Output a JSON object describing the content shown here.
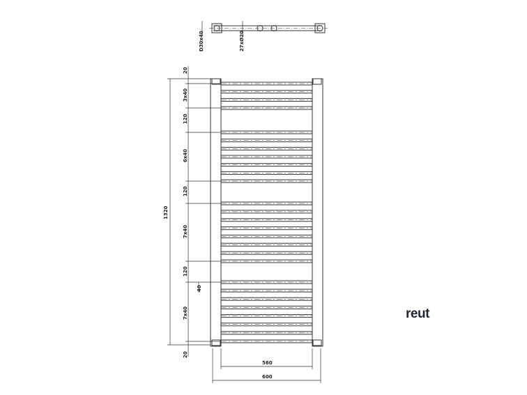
{
  "top_view": {
    "dim_left": "D30x40",
    "dim_mid": "27xØ20"
  },
  "dimensions": {
    "total_height": "1320",
    "segments": [
      "20",
      "3x40",
      "120",
      "6x40",
      "120",
      "7x40",
      "120",
      "7x40",
      "20"
    ],
    "bar_pitch": "40",
    "inner_width": "560",
    "outer_width": "600"
  },
  "logo": "reut",
  "colors": {
    "line": "#333333",
    "logo": "#1f2733"
  }
}
